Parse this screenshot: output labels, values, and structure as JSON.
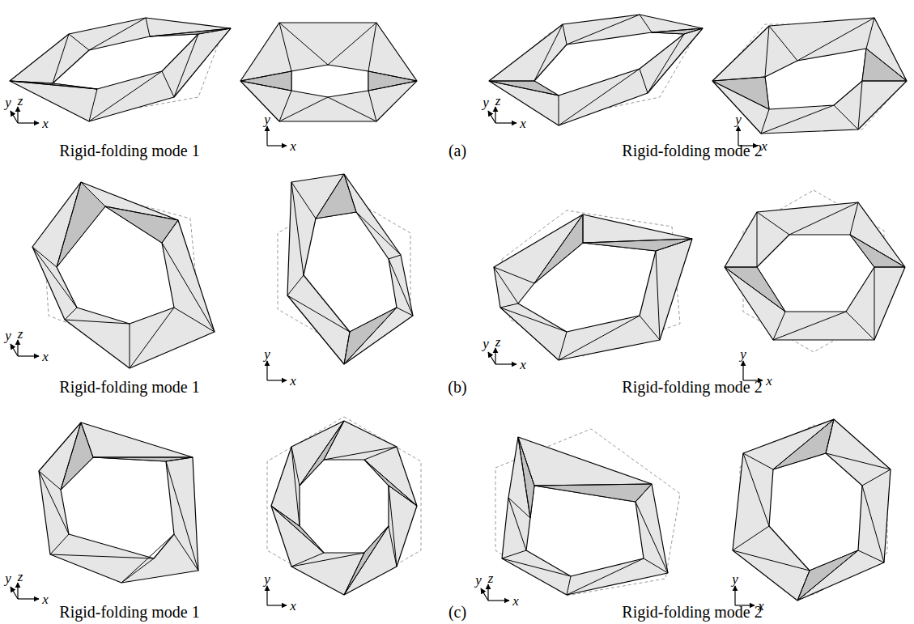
{
  "diagram": {
    "labels": [
      "y",
      "z",
      "x",
      "y",
      "x",
      "Rigid-folding mode 1",
      "(a)",
      "y",
      "z",
      "x",
      "y",
      "x",
      "Rigid-folding mode 2",
      "y",
      "z",
      "x",
      "y",
      "x",
      "Rigid-folding mode 1",
      "(b)",
      "y",
      "z",
      "x",
      "y",
      "x",
      "Rigid-folding mode 2",
      "y",
      "z",
      "x",
      "y",
      "x",
      "Rigid-folding mode 1",
      "(c)",
      "y",
      "z",
      "x",
      "y",
      "x",
      "Rigid-folding mode 2"
    ]
  }
}
